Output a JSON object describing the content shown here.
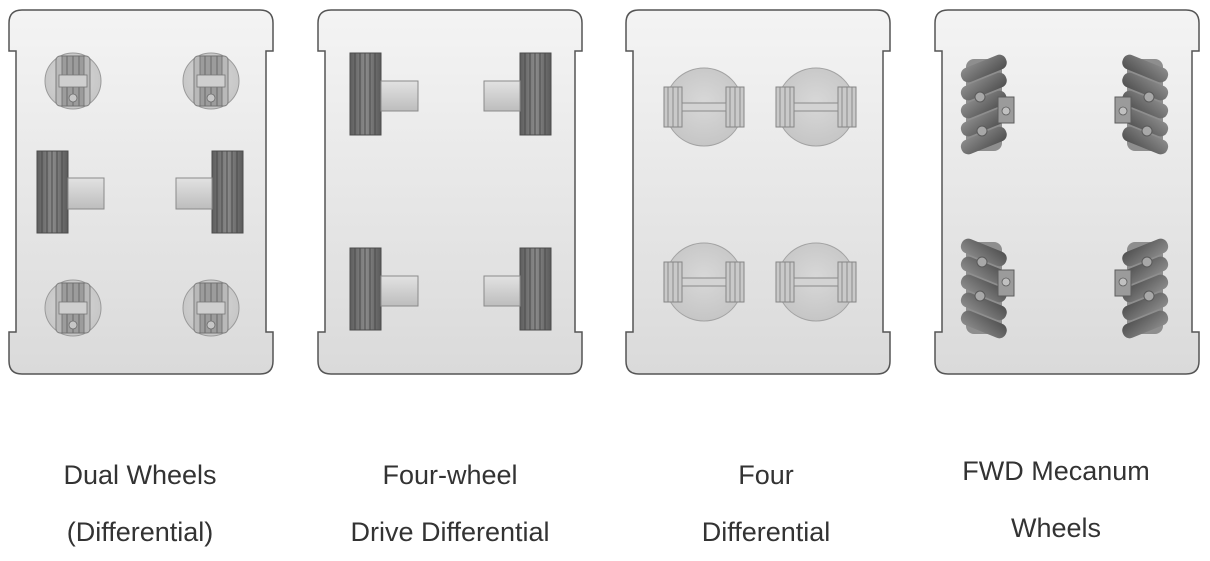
{
  "configurations": [
    {
      "id": "dual",
      "caption": [
        "Dual Wheels",
        "(Differential)"
      ]
    },
    {
      "id": "fourwheel",
      "caption": [
        "Four-wheel",
        "Drive Differential"
      ]
    },
    {
      "id": "fourdiff",
      "caption": [
        "Four",
        "Differential"
      ]
    },
    {
      "id": "mecanum",
      "caption": [
        "FWD Mecanum",
        "Wheels"
      ]
    }
  ],
  "colors": {
    "chassis_top": "#f3f3f3",
    "chassis_bottom": "#dcdcdc",
    "chassis_stroke": "#555555",
    "wheel_dark": "#6b6b6b",
    "caption": "#333333"
  },
  "icons": [
    "caster-wheel-icon",
    "drive-wheel-icon",
    "differential-wheel-icon",
    "mecanum-wheel-icon"
  ]
}
